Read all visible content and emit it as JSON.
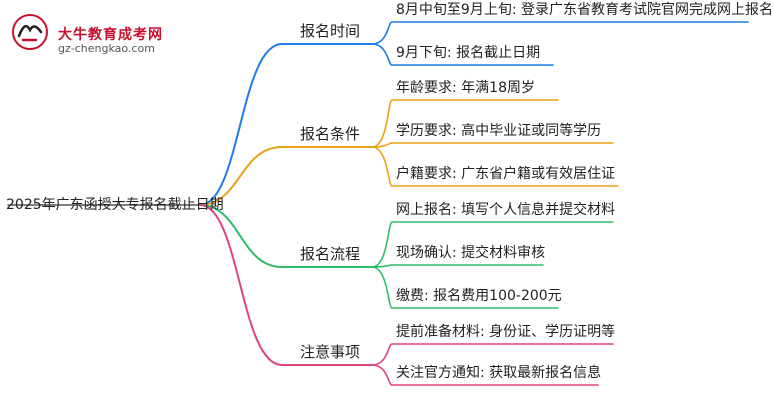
{
  "logo": {
    "name": "大牛教育成考网",
    "url": "gz-chengkao.com"
  },
  "root": "2025年广东函授大专报名截止日期",
  "colors": {
    "blue": "#1e7de6",
    "orange": "#e8a317",
    "green": "#2ebd6b",
    "pink": "#e2437a"
  },
  "branches": [
    {
      "label": "报名时间",
      "color_key": "blue",
      "items": [
        "8月中旬至9月上旬: 登录广东省教育考试院官网完成网上报名",
        "9月下旬: 报名截止日期"
      ]
    },
    {
      "label": "报名条件",
      "color_key": "orange",
      "items": [
        "年龄要求: 年满18周岁",
        "学历要求: 高中毕业证或同等学历",
        "户籍要求: 广东省户籍或有效居住证"
      ]
    },
    {
      "label": "报名流程",
      "color_key": "green",
      "items": [
        "网上报名: 填写个人信息并提交材料",
        "现场确认: 提交材料审核",
        "缴费: 报名费用100-200元"
      ]
    },
    {
      "label": "注意事项",
      "color_key": "pink",
      "items": [
        "提前准备材料: 身份证、学历证明等",
        "关注官方通知: 获取最新报名信息"
      ]
    }
  ]
}
